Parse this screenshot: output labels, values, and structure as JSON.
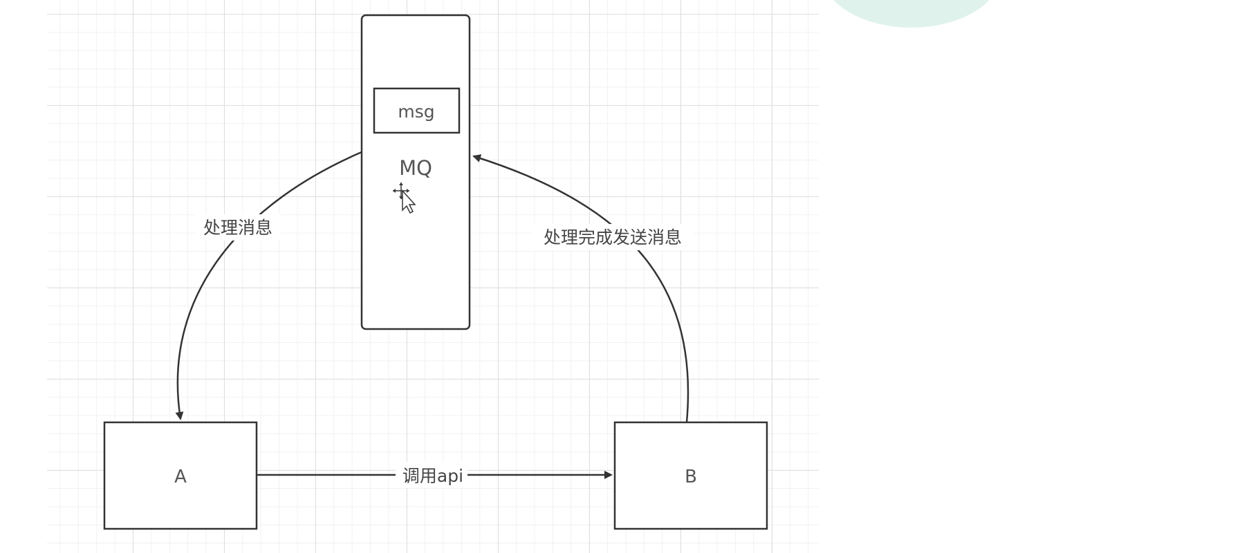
{
  "diagram": {
    "nodes": {
      "mq": {
        "label": "MQ"
      },
      "msg": {
        "label": "msg"
      },
      "a": {
        "label": "A"
      },
      "b": {
        "label": "B"
      }
    },
    "edges": {
      "mq_to_a": {
        "label": "处理消息"
      },
      "b_to_mq": {
        "label": "处理完成发送消息"
      },
      "a_to_b": {
        "label": "调用api"
      }
    }
  },
  "colors": {
    "stroke": "#333333",
    "label_text": "#555555",
    "grid_major": "#dedede",
    "grid_minor": "#f1f1f1",
    "corner_accent": "#dff3ec"
  }
}
